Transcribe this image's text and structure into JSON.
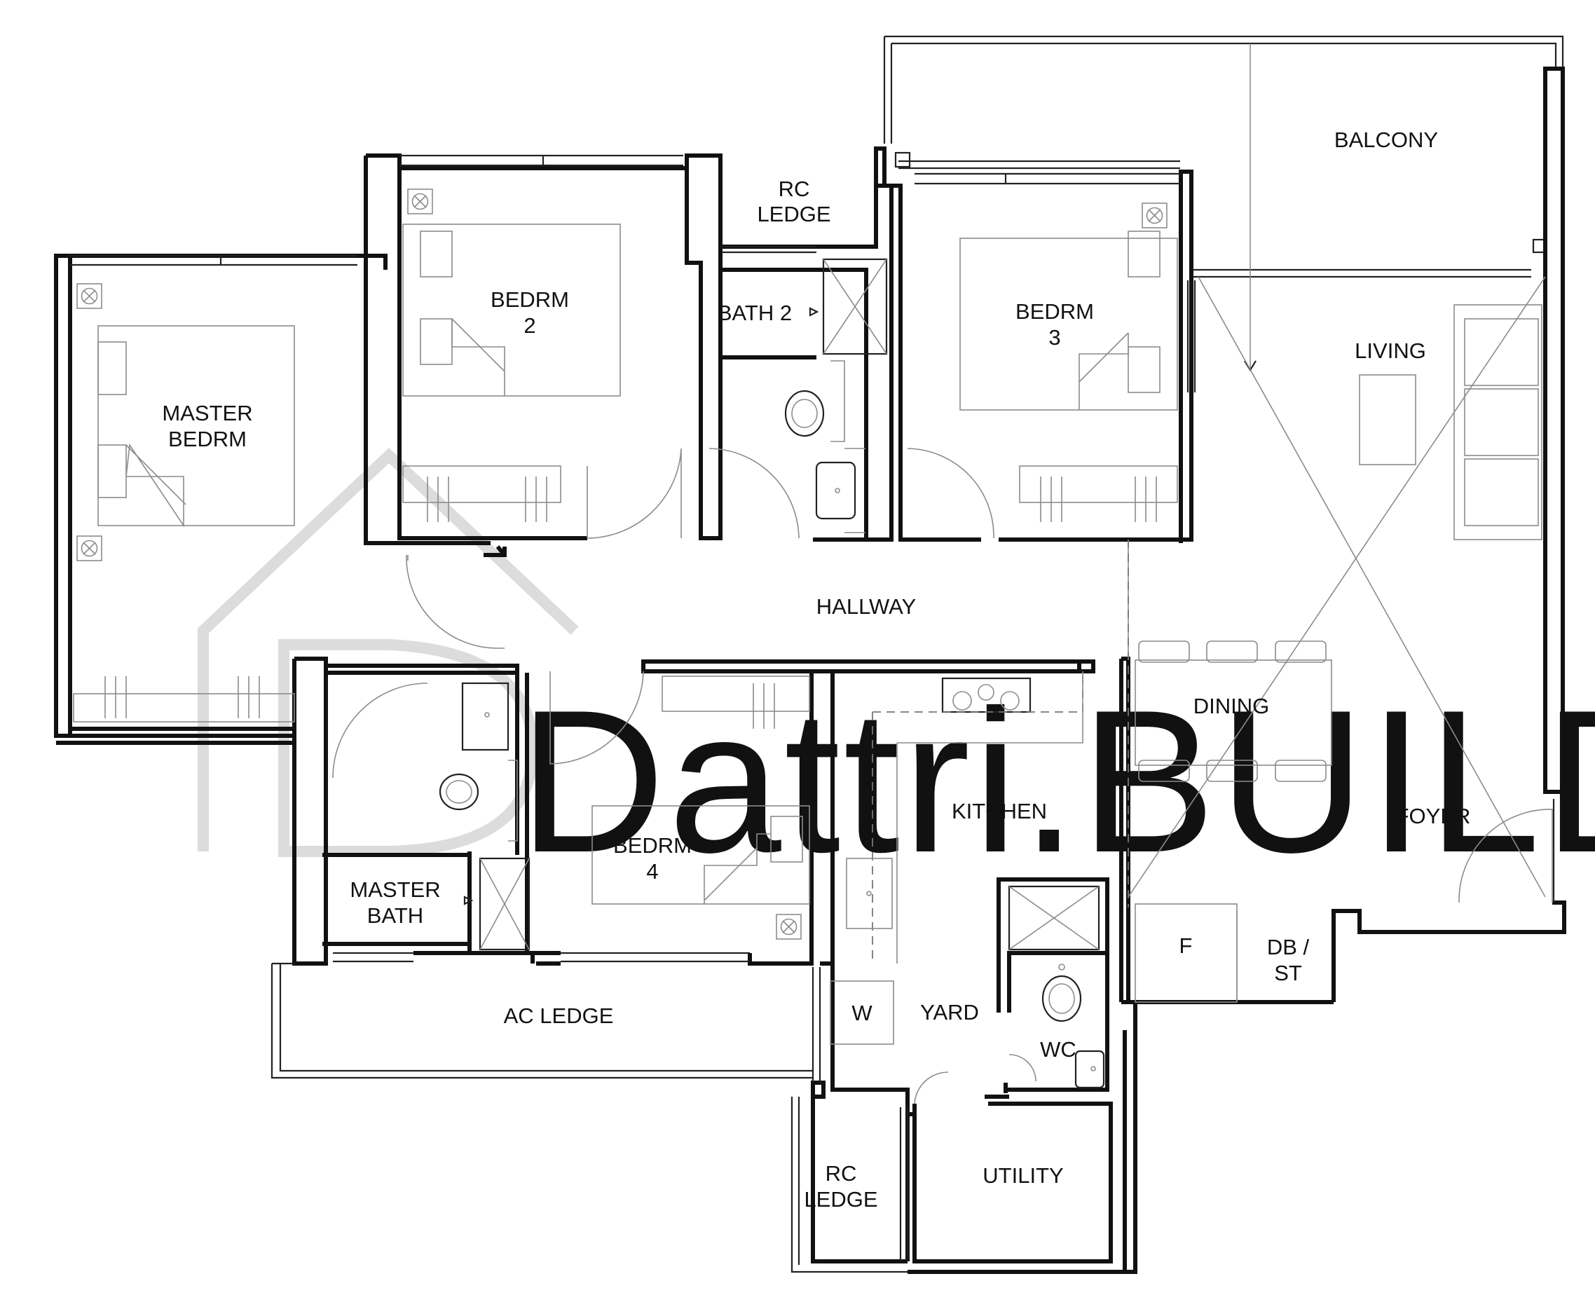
{
  "watermark": {
    "text": "Dattri.BUILD"
  },
  "rooms": {
    "balcony": "BALCONY",
    "rc_ledge_top_1": "RC",
    "rc_ledge_top_2": "LEDGE",
    "bedroom_2_1": "BEDRM",
    "bedroom_2_2": "2",
    "bath_2": "BATH 2",
    "bedroom_3_1": "BEDRM",
    "bedroom_3_2": "3",
    "living": "LIVING",
    "master_bedroom_1": "MASTER",
    "master_bedroom_2": "BEDRM",
    "hallway": "HALLWAY",
    "dining": "DINING",
    "kitchen": "KITCHEN",
    "foyer": "FOYER",
    "bedroom_4_1": "BEDRM",
    "bedroom_4_2": "4",
    "master_bath_1": "MASTER",
    "master_bath_2": "BATH",
    "fridge": "F",
    "db_st_1": "DB /",
    "db_st_2": "ST",
    "ac_ledge": "AC LEDGE",
    "washer": "W",
    "yard": "YARD",
    "wc": "WC",
    "rc_ledge_bottom_1": "RC",
    "rc_ledge_bottom_2": "LEDGE",
    "utility": "UTILITY"
  }
}
